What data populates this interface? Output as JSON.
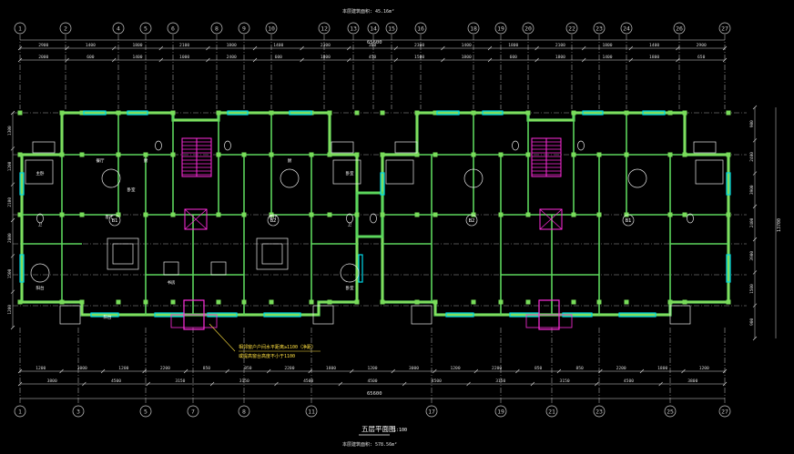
{
  "drawing": {
    "header_note": "本层建筑面积: 45.16m²",
    "footer_area": "本层建筑面积: 578.56m²",
    "title": "五层平面图",
    "scale": "1:100",
    "overall_dimension": "65600",
    "callout_line1": "相邻窗户户间水平距离≥1100（净距）",
    "callout_line2": "或提高窗台高度不小于1100"
  },
  "grid_top": [
    "1",
    "2",
    "4",
    "5",
    "6",
    "8",
    "9",
    "10",
    "12",
    "13",
    "14",
    "15",
    "16",
    "18",
    "19",
    "20",
    "22",
    "23",
    "24",
    "26",
    "27"
  ],
  "grid_bottom": [
    "1",
    "3",
    "5",
    "7",
    "8",
    "11",
    "17",
    "19",
    "21",
    "23",
    "25",
    "27"
  ],
  "top_dims_row1": [
    "2900",
    "1400",
    "1800",
    "2100",
    "1800",
    "1400",
    "2300",
    "300",
    "2300",
    "1400",
    "1800",
    "2100",
    "1800",
    "1400",
    "2900"
  ],
  "top_dims_row2": [
    "2000",
    "600",
    "1400",
    "1000",
    "2400",
    "600",
    "1800",
    "450",
    "1500",
    "1800",
    "600",
    "1800",
    "1400",
    "1800",
    "650"
  ],
  "bottom_dims_row1": [
    "1200",
    "3000",
    "1200",
    "2200",
    "850",
    "850",
    "2200",
    "1800",
    "1200",
    "3000",
    "1200",
    "2200",
    "850",
    "850",
    "2200",
    "1800",
    "1200"
  ],
  "bottom_dims_row2": [
    "3800",
    "4500",
    "3150",
    "3150",
    "4500",
    "4500",
    "4500",
    "3150",
    "3150",
    "4500",
    "3800"
  ],
  "left_dims": [
    "1300",
    "1200",
    "2100",
    "2800",
    "1500",
    "1200"
  ],
  "right_dims": [
    "900",
    "2400",
    "3900",
    "2400",
    "3900",
    "1500",
    "900"
  ],
  "right_total": "13700",
  "room_labels": [
    "卫",
    "主卧",
    "客厅",
    "餐厅",
    "厨",
    "卧室",
    "阳台",
    "卧室",
    "书房",
    "卫",
    "卧室",
    "客厅",
    "厨",
    "阳台"
  ],
  "unit_labels": [
    "B1",
    "B2",
    "B2",
    "B1"
  ],
  "colors": {
    "background": "#000000",
    "wall": "#5cd65c",
    "column": "#78dc5a",
    "window": "#00d8e8",
    "stair": "#ff2ddc",
    "dimension": "#d8d8d8",
    "axis": "#c8c8c8",
    "furniture": "#e8e8e8",
    "wall_outline": "#f0f060"
  }
}
